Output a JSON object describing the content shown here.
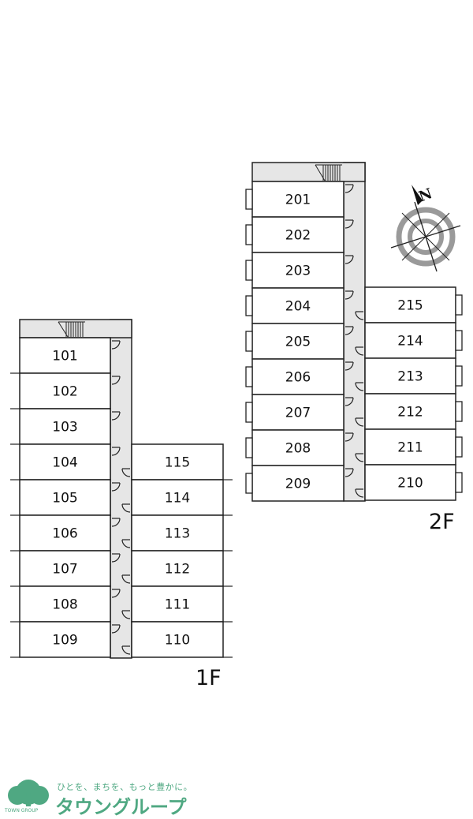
{
  "floors": {
    "first": {
      "label": "1F",
      "west_units": [
        "101",
        "102",
        "103",
        "104",
        "105",
        "106",
        "107",
        "108",
        "109"
      ],
      "east_units": [
        "115",
        "114",
        "113",
        "112",
        "111",
        "110"
      ]
    },
    "second": {
      "label": "2F",
      "west_units": [
        "201",
        "202",
        "203",
        "204",
        "205",
        "206",
        "207",
        "208",
        "209"
      ],
      "east_units": [
        "215",
        "214",
        "213",
        "212",
        "211",
        "210"
      ]
    }
  },
  "compass": {
    "north_label": "N"
  },
  "logo": {
    "tagline": "ひとを、まちを、もっと豊かに。",
    "brand": "タウングループ",
    "caption": "TOWN GROUP",
    "color": "#4fa882"
  }
}
